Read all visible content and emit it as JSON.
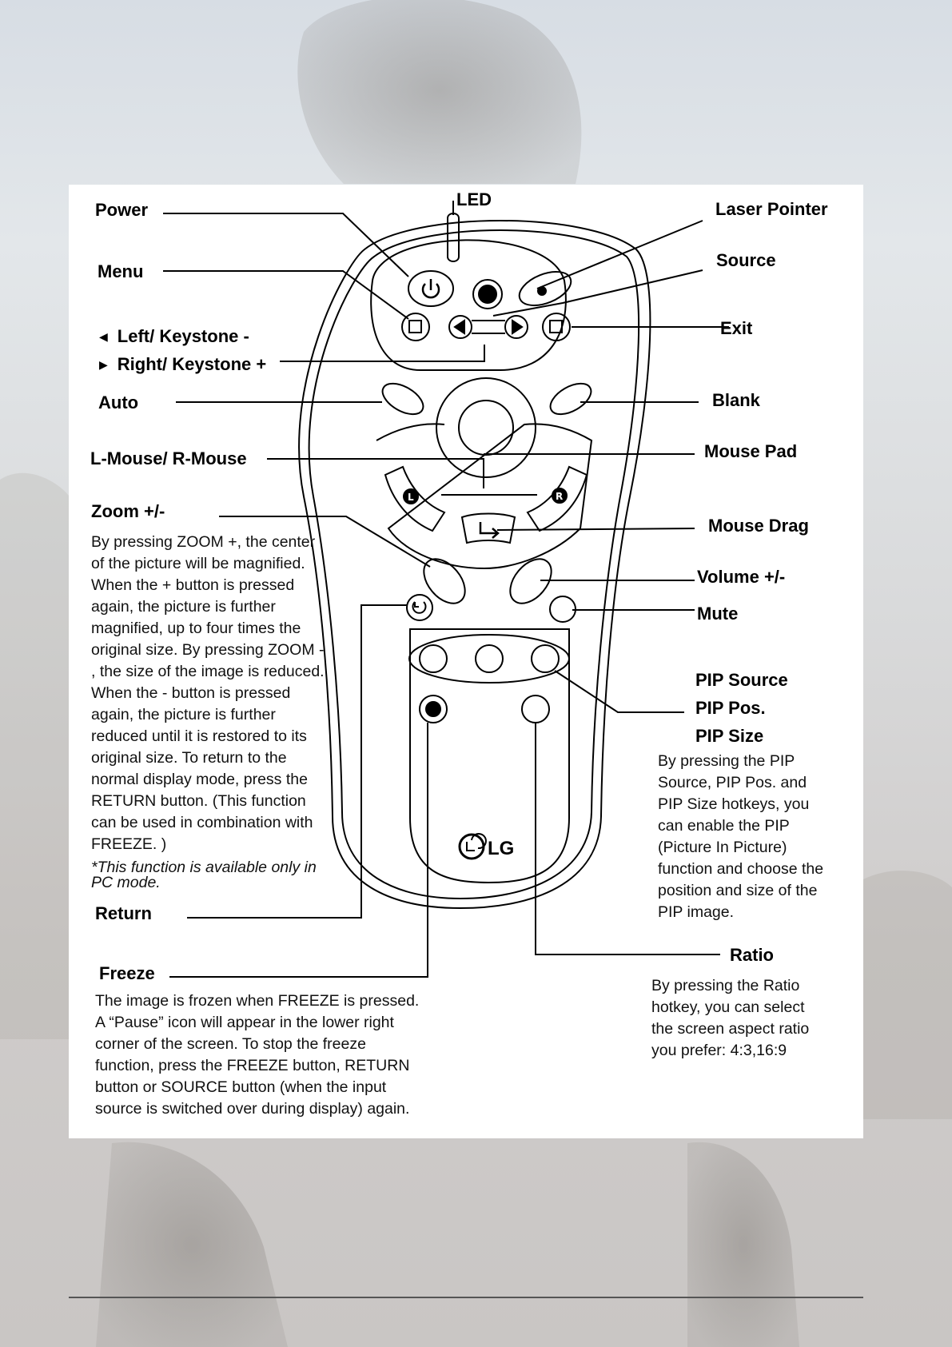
{
  "labels": {
    "led": "LED",
    "power": "Power",
    "laser_pointer": "Laser Pointer",
    "menu": "Menu",
    "source": "Source",
    "left_keystone": "Left/ Keystone -",
    "right_keystone": "Right/ Keystone +",
    "exit": "Exit",
    "auto": "Auto",
    "blank": "Blank",
    "l_r_mouse": "L-Mouse/ R-Mouse",
    "mouse_pad": "Mouse Pad",
    "zoom": "Zoom +/-",
    "mouse_drag": "Mouse Drag",
    "volume": "Volume +/-",
    "mute": "Mute",
    "pip_source": "PIP Source",
    "pip_pos": "PIP Pos.",
    "pip_size": "PIP Size",
    "return": "Return",
    "ratio": "Ratio",
    "freeze": "Freeze"
  },
  "remote": {
    "brand": "LG",
    "left_button_letter": "L",
    "right_button_letter": "R"
  },
  "zoom_description": [
    "By pressing ZOOM +, the center",
    "of the picture will be magnified.",
    "When the + button is pressed",
    "again, the picture is further",
    "magnified, up to four times the",
    "original size. By pressing ZOOM -",
    ", the size of the image is reduced.",
    "When the - button is pressed",
    "again, the picture is further",
    "reduced until it is restored to its",
    "original size. To return to the",
    "normal display mode, press the",
    "RETURN button. (This function",
    "can be used in combination with",
    "FREEZE. )"
  ],
  "zoom_note": [
    "*This function is available only in",
    "PC mode."
  ],
  "pip_description": [
    "By pressing the PIP",
    "Source, PIP Pos. and",
    "PIP Size hotkeys, you",
    "can enable the PIP",
    "(Picture In Picture)",
    "function and choose the",
    "position and size of the",
    "PIP image."
  ],
  "ratio_description": [
    "By pressing the Ratio",
    "hotkey, you can select",
    "the screen aspect ratio",
    "you prefer: 4:3,16:9"
  ],
  "freeze_description": [
    "The image is frozen when FREEZE is pressed.",
    "A “Pause” icon will appear in the lower right",
    "corner of the screen.  To stop the freeze",
    "function, press the FREEZE button, RETURN",
    "button or SOURCE button (when the input",
    "source is switched over during display) again."
  ],
  "colors": {
    "panel": "#ffffff",
    "ink": "#000000",
    "background_sky": "#d7dde4",
    "figure_tint": "#8a8a8a"
  },
  "icons": [
    "power-icon",
    "menu-icon",
    "left-arrow-icon",
    "right-arrow-icon",
    "exit-icon",
    "return-icon",
    "freeze-icon",
    "drag-icon",
    "lg-logo"
  ]
}
